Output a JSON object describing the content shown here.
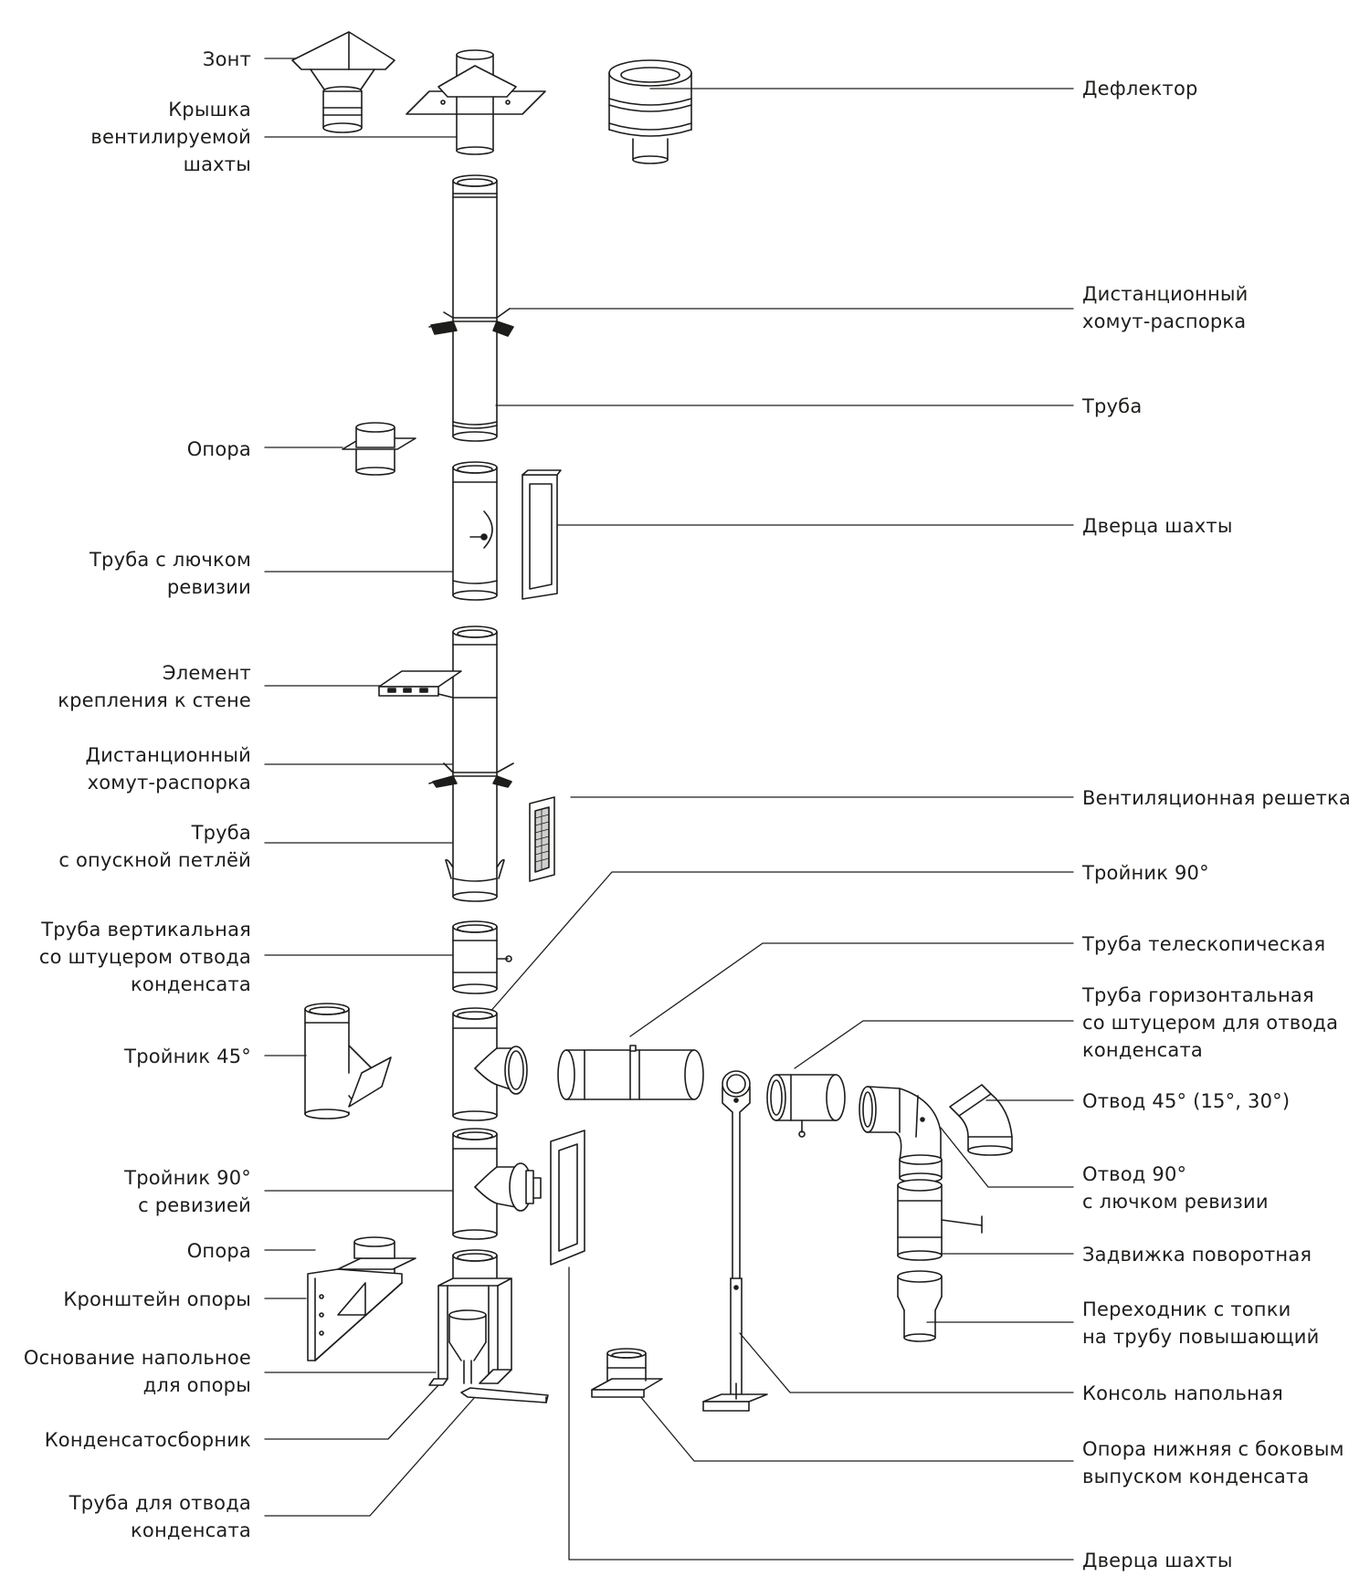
{
  "labels_left": [
    {
      "id": "zont",
      "text": "Зонт"
    },
    {
      "id": "kryshka",
      "text": "Крышка\nвентилируемой\nшахты"
    },
    {
      "id": "opora-top",
      "text": "Опора"
    },
    {
      "id": "truba-revizii",
      "text": "Труба с лючком\nревизии"
    },
    {
      "id": "element-krepleniya",
      "text": "Элемент\nкрепления к стене"
    },
    {
      "id": "khomut-left",
      "text": "Дистанционный\nхомут-распорка"
    },
    {
      "id": "truba-petlya",
      "text": "Труба\nс опускной петлёй"
    },
    {
      "id": "truba-vertikalnaya",
      "text": "Труба вертикальная\nсо штуцером отвода\nконденсата"
    },
    {
      "id": "troynik-45",
      "text": "Тройник 45°"
    },
    {
      "id": "troynik-90-revizia",
      "text": "Тройник 90°\nс ревизией"
    },
    {
      "id": "opora-bottom",
      "text": "Опора"
    },
    {
      "id": "kronshteyn",
      "text": "Кронштейн опоры"
    },
    {
      "id": "osnovanie",
      "text": "Основание напольное\nдля опоры"
    },
    {
      "id": "kondensatosbornik",
      "text": "Конденсатосборник"
    },
    {
      "id": "truba-otvoda",
      "text": "Труба для отвода\nконденсата"
    }
  ],
  "labels_right": [
    {
      "id": "deflektor",
      "text": "Дефлектор"
    },
    {
      "id": "khomut-right",
      "text": "Дистанционный\nхомут-распорка"
    },
    {
      "id": "truba",
      "text": "Труба"
    },
    {
      "id": "dverca-top",
      "text": "Дверца шахты"
    },
    {
      "id": "reshetka",
      "text": "Вентиляционная решетка"
    },
    {
      "id": "troynik-90",
      "text": "Тройник 90°"
    },
    {
      "id": "truba-teleskop",
      "text": "Труба телескопическая"
    },
    {
      "id": "truba-gorizont",
      "text": "Труба горизонтальная\nсо штуцером для отвода\nконденсата"
    },
    {
      "id": "otvod-45",
      "text": "Отвод 45° (15°, 30°)"
    },
    {
      "id": "otvod-90",
      "text": "Отвод 90°\nс лючком ревизии"
    },
    {
      "id": "zadvizhka",
      "text": "Задвижка поворотная"
    },
    {
      "id": "perekhodnik",
      "text": "Переходник с топки\nна трубу повышающий"
    },
    {
      "id": "konsol",
      "text": "Консоль напольная"
    },
    {
      "id": "opora-nizhnyaya",
      "text": "Опора нижняя с боковым\nвыпуском конденсата"
    },
    {
      "id": "dverca-bottom",
      "text": "Дверца шахты"
    }
  ],
  "colors": {
    "line": "#1d1d1b",
    "fill": "#ffffff",
    "shade": "#d9d9d9",
    "dark": "#2a2a2a"
  }
}
